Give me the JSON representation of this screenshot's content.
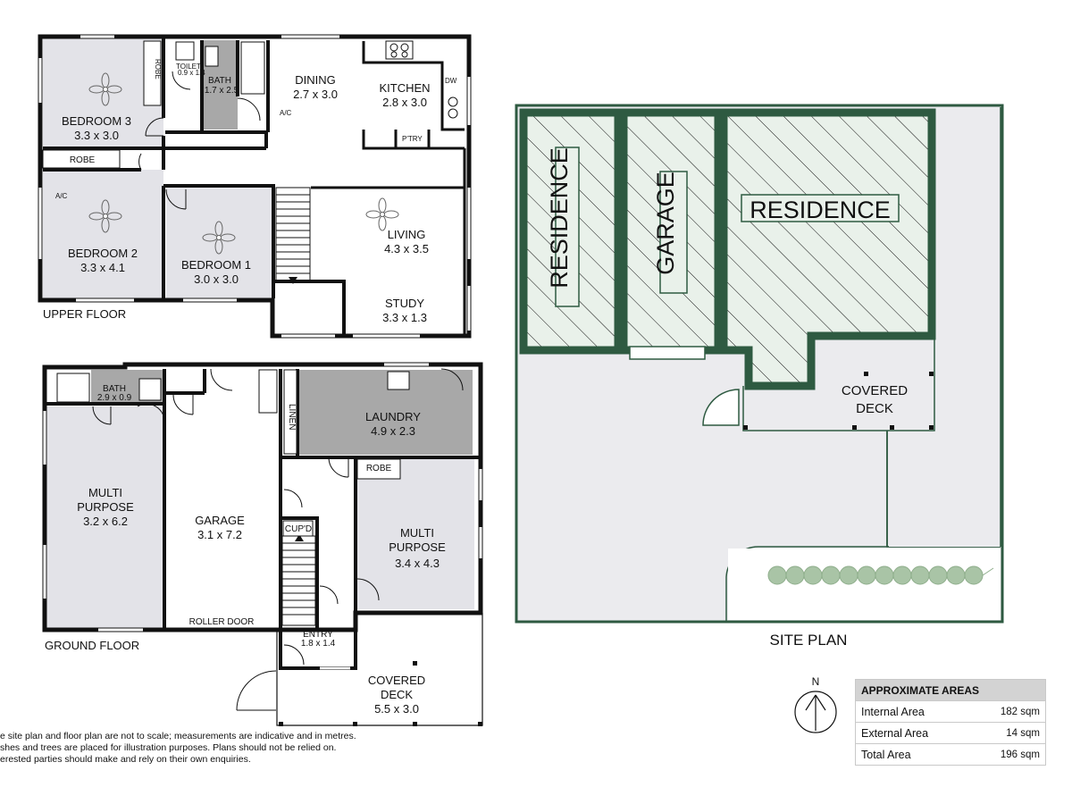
{
  "upper_floor": {
    "caption": "UPPER FLOOR",
    "rooms": {
      "bedroom3": {
        "name": "BEDROOM 3",
        "dim": "3.3 x 3.0"
      },
      "bath": {
        "name": "BATH",
        "dim": "1.7 x 2.5"
      },
      "toilet": {
        "name": "TOILET",
        "dim": "0.9 x 1.4"
      },
      "dining": {
        "name": "DINING",
        "dim": "2.7 x 3.0"
      },
      "kitchen": {
        "name": "KITCHEN",
        "dim": "2.8 x 3.0"
      },
      "bedroom2": {
        "name": "BEDROOM 2",
        "dim": "3.3 x 4.1"
      },
      "bedroom1": {
        "name": "BEDROOM 1",
        "dim": "3.0 x 3.0"
      },
      "living": {
        "name": "LIVING",
        "dim": "4.3 x 3.5"
      },
      "study": {
        "name": "STUDY",
        "dim": "3.3 x 1.3"
      }
    },
    "labels": {
      "robe1": "ROBE",
      "robe2": "ROBE",
      "ac1": "A/C",
      "ac2": "A/C",
      "dw": "DW",
      "ptry": "P'TRY"
    }
  },
  "ground_floor": {
    "caption": "GROUND FLOOR",
    "rooms": {
      "bath": {
        "name": "BATH",
        "dim": "2.9 x 0.9"
      },
      "multi1": {
        "name1": "MULTI",
        "name2": "PURPOSE",
        "dim": "3.2 x 6.2"
      },
      "garage": {
        "name": "GARAGE",
        "dim": "3.1 x 7.2"
      },
      "laundry": {
        "name": "LAUNDRY",
        "dim": "4.9 x 2.3"
      },
      "multi2": {
        "name1": "MULTI",
        "name2": "PURPOSE",
        "dim": "3.4 x 4.3"
      },
      "entry": {
        "name": "ENTRY",
        "dim": "1.8 x 1.4"
      },
      "deck": {
        "name1": "COVERED",
        "name2": "DECK",
        "dim": "5.5 x 3.0"
      }
    },
    "labels": {
      "linen": "LINEN",
      "robe": "ROBE",
      "cupd": "CUP'D",
      "roller": "ROLLER DOOR"
    }
  },
  "site_plan": {
    "caption": "SITE PLAN",
    "label_residence_left": "RESIDENCE",
    "label_garage": "GARAGE",
    "label_residence_right": "RESIDENCE",
    "label_deck1": "COVERED",
    "label_deck2": "DECK"
  },
  "compass": {
    "label": "N"
  },
  "disclaimer": [
    "e site plan and floor plan are not to scale; measurements are indicative and in metres.",
    "shes and trees are placed for illustration purposes. Plans should not be relied on.",
    "erested parties should make and rely on their own enquiries."
  ],
  "areas": {
    "header": "APPROXIMATE AREAS",
    "rows": [
      {
        "label": "Internal Area",
        "value": "182 sqm"
      },
      {
        "label": "External Area",
        "value": "14 sqm"
      },
      {
        "label": "Total Area",
        "value": "196 sqm"
      }
    ]
  },
  "colors": {
    "wall": "#111111",
    "room_grey": "#e3e3e8",
    "wet_grey": "#a8a8a8",
    "site_green": "#2e5a41",
    "site_hatch": "#e9f1ea",
    "site_ground": "#ebebee",
    "tree": "#a9c4a6"
  }
}
